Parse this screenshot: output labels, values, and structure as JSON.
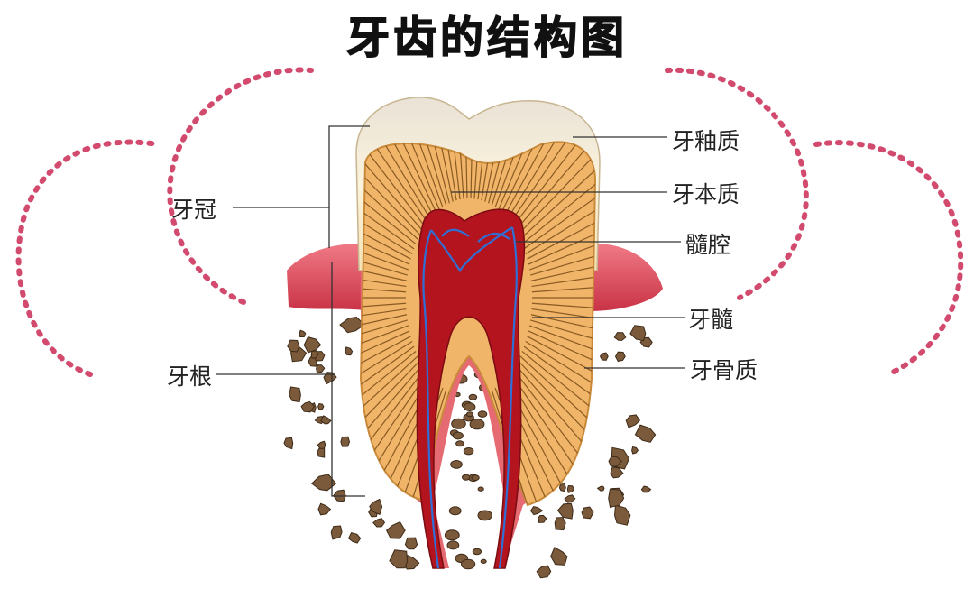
{
  "title": "牙齿的结构图",
  "labels": {
    "crown": "牙冠",
    "root": "牙根",
    "enamel": "牙釉质",
    "dentin": "牙本质",
    "pulp_cavity": "髓腔",
    "pulp": "牙髓",
    "cementum": "牙骨质"
  },
  "colors": {
    "dotted_arc": "#d24b6e",
    "enamel": "#f9efd6",
    "dentin": "#f0b569",
    "pulp": "#b3141e",
    "vessel": "#2f6fd6",
    "gum": "#d9485a",
    "bone": "#7a5a3a"
  }
}
